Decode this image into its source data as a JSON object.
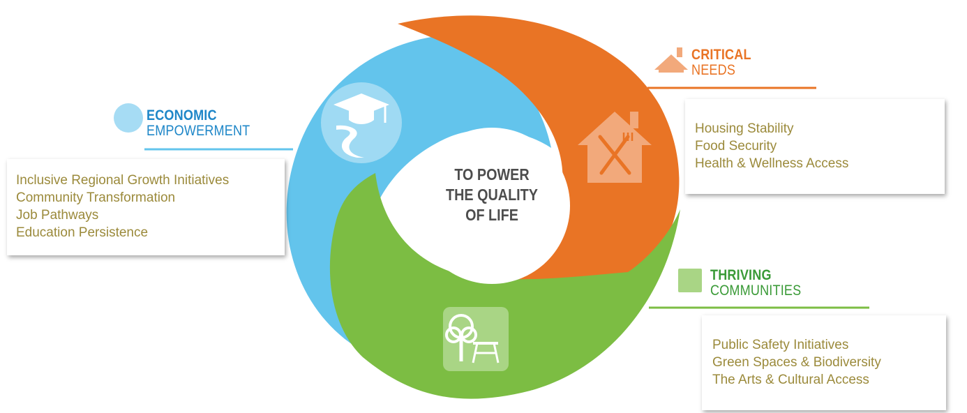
{
  "center": {
    "lines": [
      "TO POWER",
      "THE QUALITY",
      "OF LIFE"
    ]
  },
  "pillars": {
    "economic": {
      "heading_bold": "ECONOMIC",
      "heading_rest": "EMPOWERMENT",
      "color": "#63c4ec",
      "heading_color": "#1f87c8",
      "icon": "graduation-road-icon",
      "items": [
        "Inclusive Regional Growth Initiatives",
        "Community Transformation",
        "Job Pathways",
        "Education Persistence"
      ]
    },
    "critical": {
      "heading_bold": "CRITICAL",
      "heading_rest": "NEEDS",
      "color": "#e97425",
      "heading_color": "#e97425",
      "icon": "house-utensils-icon",
      "items": [
        "Housing Stability",
        "Food Security",
        "Health & Wellness Access"
      ]
    },
    "thriving": {
      "heading_bold": "THRIVING",
      "heading_rest": "COMMUNITIES",
      "color": "#7cbd43",
      "heading_color": "#3a9a37",
      "icon": "tree-picnic-table-icon",
      "items": [
        "Public Safety Initiatives",
        "Green Spaces & Biodiversity",
        "The Arts & Cultural Access"
      ]
    }
  },
  "colors": {
    "list_text": "#9b8a3b",
    "center_text": "#4d4d4d"
  }
}
